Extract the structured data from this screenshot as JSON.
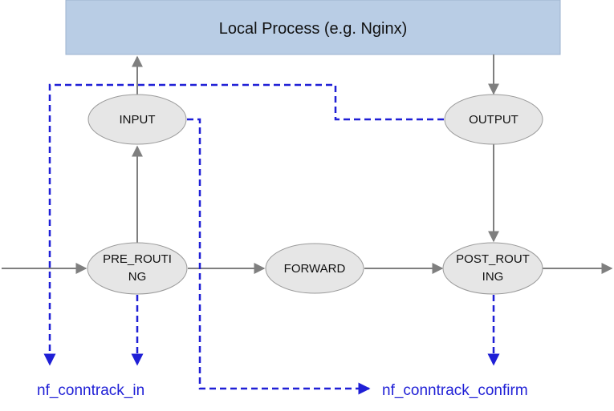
{
  "local_process": {
    "label": "Local Process (e.g. Nginx)"
  },
  "nodes": {
    "input": {
      "label": "INPUT"
    },
    "output": {
      "label": "OUTPUT"
    },
    "pre_routing": {
      "line1": "PRE_ROUTI",
      "line2": "NG"
    },
    "forward": {
      "label": "FORWARD"
    },
    "post_routing": {
      "line1": "POST_ROUT",
      "line2": "ING"
    }
  },
  "hooks": {
    "conntrack_in": "nf_conntrack_in",
    "conntrack_confirm": "nf_conntrack_confirm"
  },
  "colors": {
    "process_fill": "#b9cde5",
    "process_stroke": "#9db3cf",
    "node_fill": "#e6e6e6",
    "node_stroke": "#9a9a9a",
    "flow_arrow": "#7f7f7f",
    "conntrack_path": "#1f1fd6",
    "hook_label": "#1f1fd6"
  }
}
